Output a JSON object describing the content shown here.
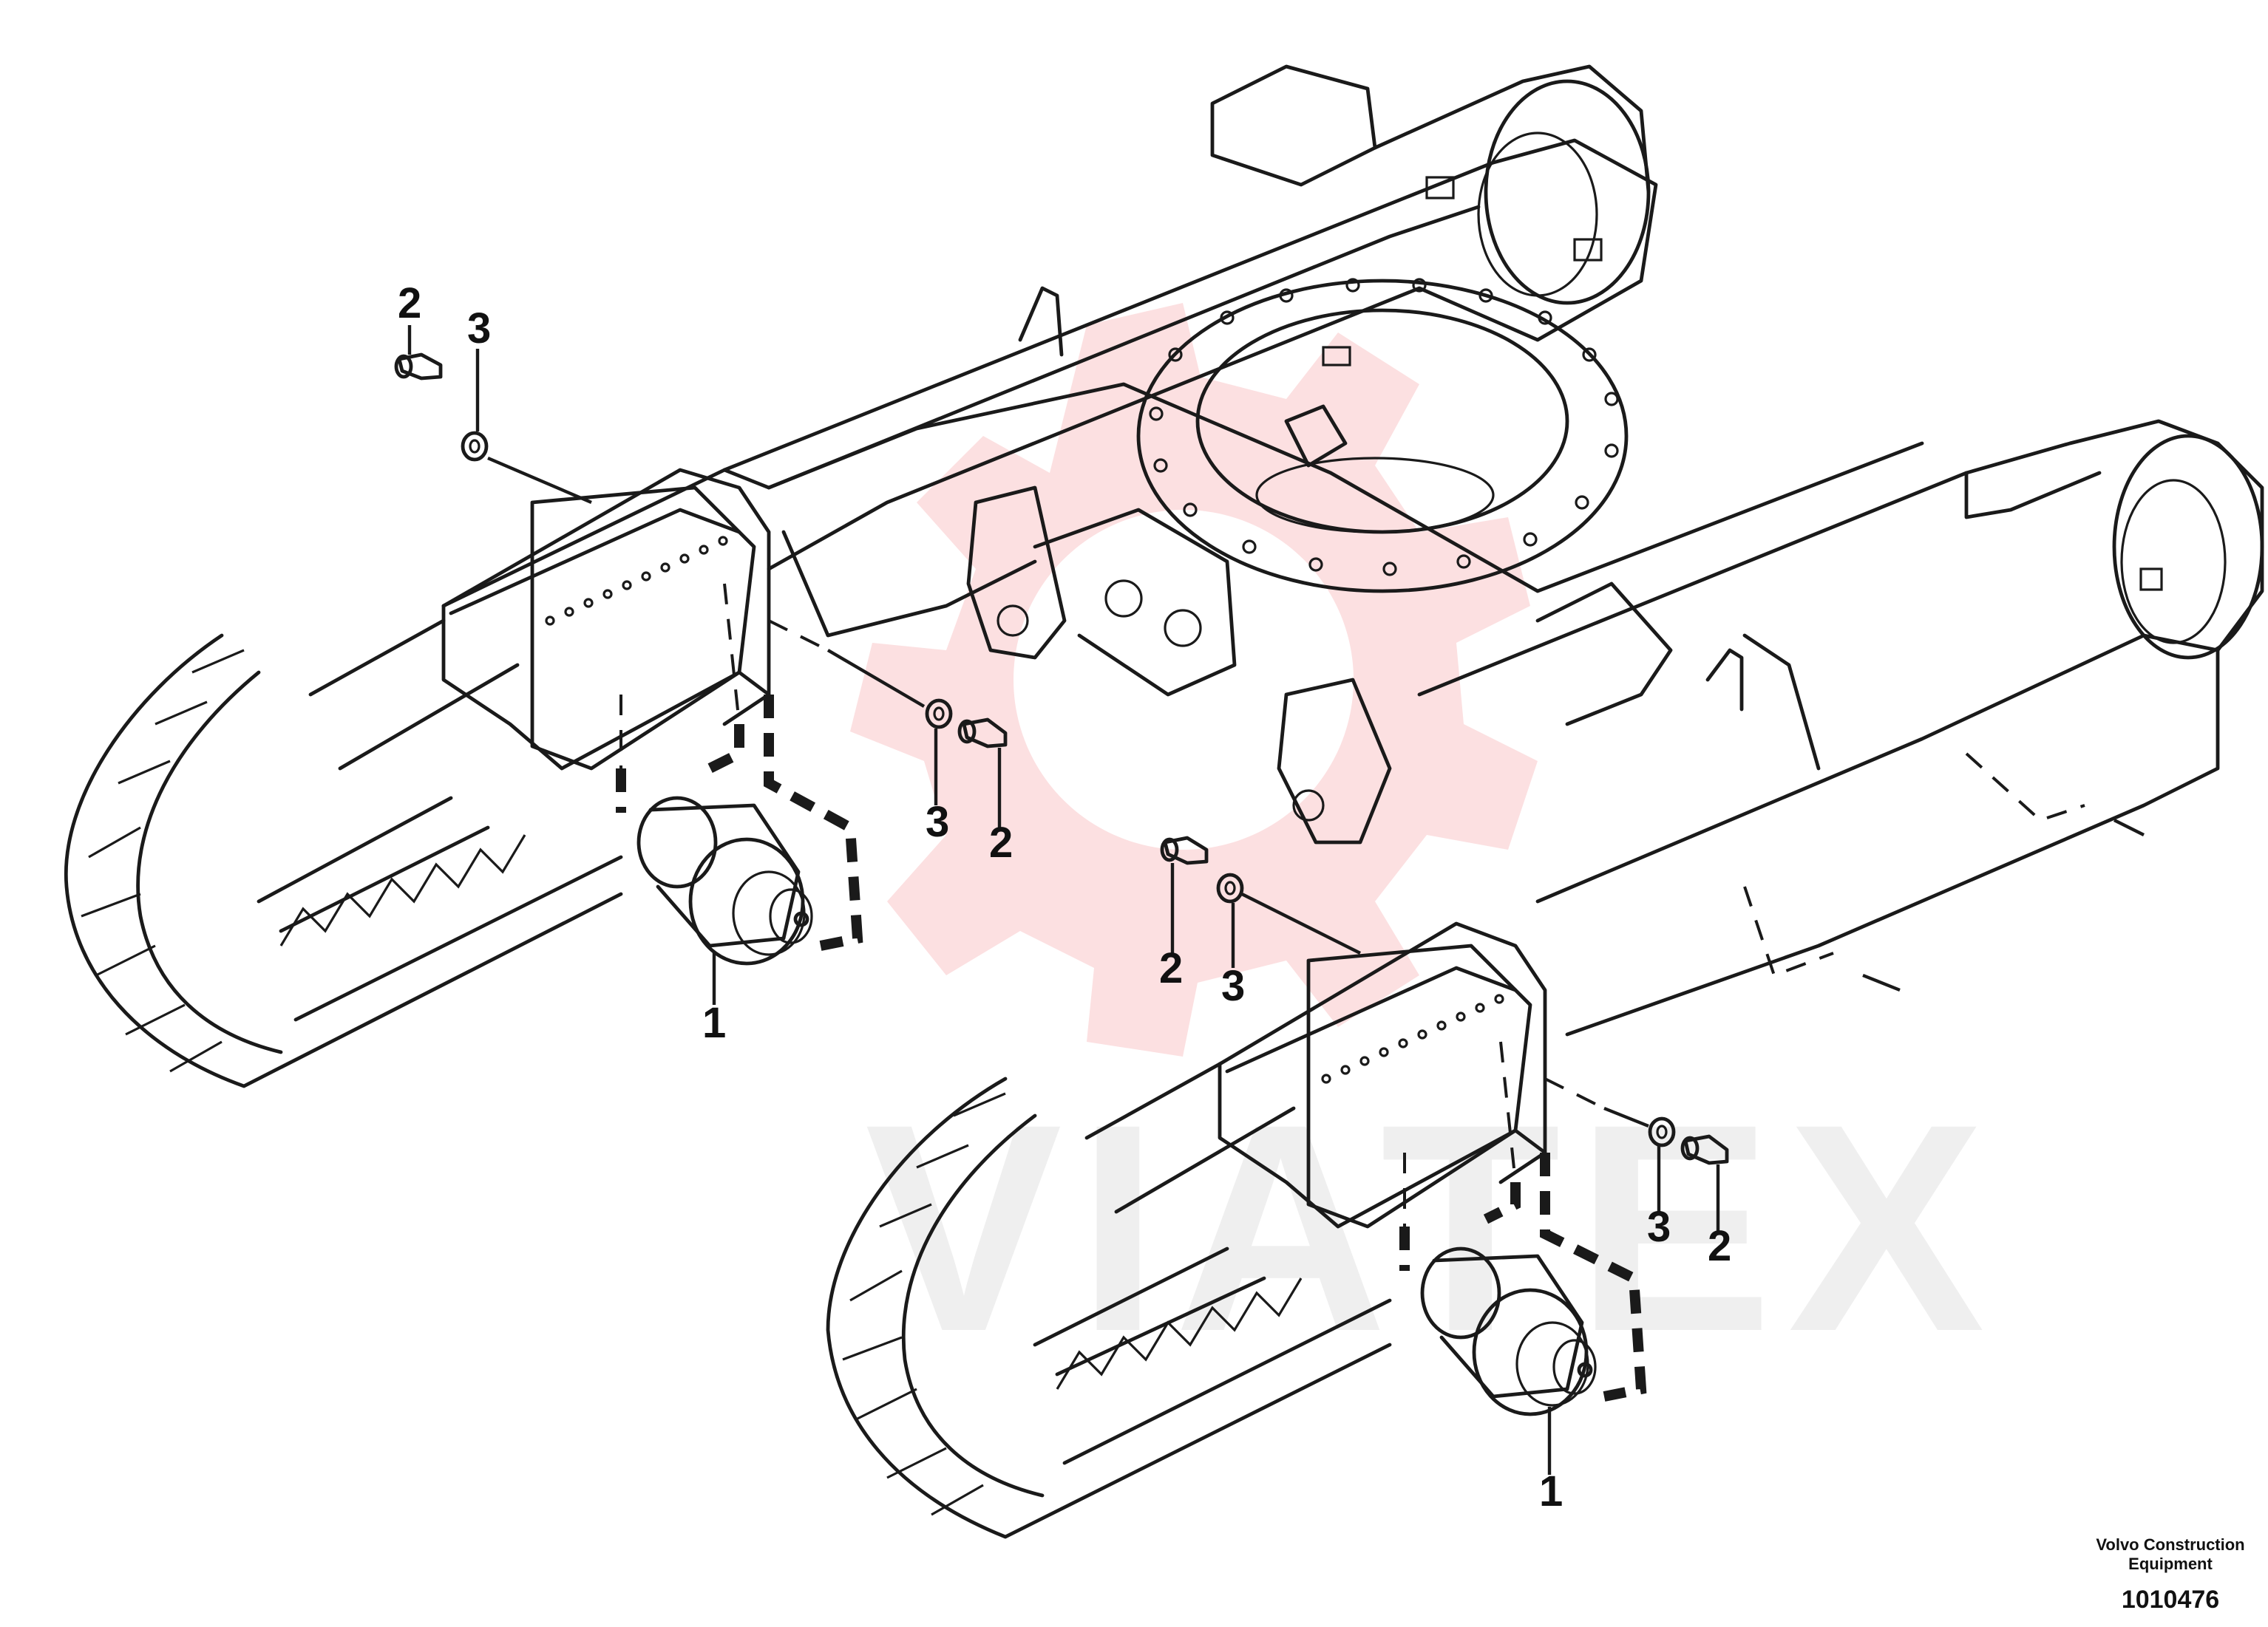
{
  "diagram": {
    "callouts": {
      "c1a": "1",
      "c1b": "1",
      "c2a": "2",
      "c2b": "2",
      "c2c": "2",
      "c2d": "2",
      "c3a": "3",
      "c3b": "3",
      "c3c": "3",
      "c3d": "3"
    },
    "footer": {
      "company_line1": "Volvo Construction",
      "company_line2": "Equipment",
      "drawing_number": "1010476"
    }
  }
}
